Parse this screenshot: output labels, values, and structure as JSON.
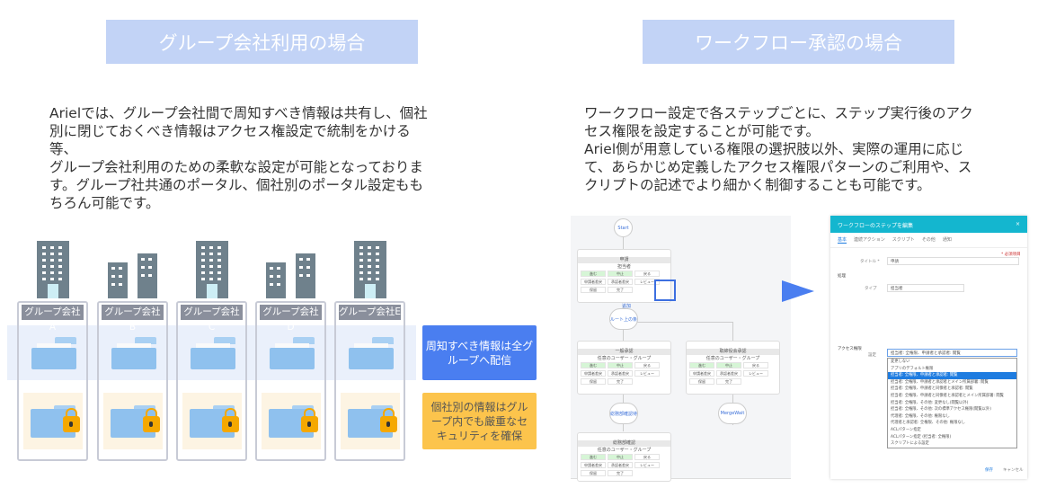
{
  "left": {
    "title": "グループ会社利用の場合",
    "paragraph": [
      "Arielでは、グループ会社間で周知すべき情報は共有し、個社",
      "別に閉じておくべき情報はアクセス権設定で統制をかける",
      "等、",
      "グループ会社利用のための柔軟な設定が可能となっておりま",
      "す。グループ社共通のポータル、個社別のポータル設定もも",
      "ちろん可能です。"
    ],
    "companies": [
      "グループ会社A",
      "グループ会社B",
      "グループ会社C",
      "グループ会社D",
      "グループ会社E"
    ],
    "shared_note": "周知すべき情報は全グループへ配信",
    "private_note": "個社別の情報はグループ内でも厳重なセキュリティを確保",
    "colors": {
      "shared": "#4a7ef0",
      "private": "#fcc44c"
    }
  },
  "right": {
    "title": "ワークフロー承認の場合",
    "paragraph": [
      "ワークフロー設定で各ステップごとに、ステップ実行後のアク",
      "セス権限を設定することが可能です。",
      "Ariel側が用意している権限の選択肢以外、実際の運用に応じ",
      "て、あらかじめ定義したアクセス権限パターンのご利用や、ス",
      "クリプトの記述でより細かく制御することも可能です。"
    ],
    "workflow": {
      "start": "Start",
      "route": "ルート上の条",
      "merge": "MergeWait",
      "cond": "総務部確認待",
      "add": "追加",
      "nodes": [
        {
          "title": "申請",
          "sub": "担当者"
        },
        {
          "title": "一般承認",
          "sub": "任意のユーザー・グループ"
        },
        {
          "title": "取締役会承認",
          "sub": "任意のユーザー・グループ"
        },
        {
          "title": "総務部確認",
          "sub": "任意のユーザー・グループ"
        }
      ],
      "buttons": [
        "進む",
        "中止",
        "戻る",
        "申請者差戻",
        "承認者差戻",
        "レビュー",
        "保留",
        "完了"
      ]
    },
    "dialog": {
      "title": "ワークフローのステップを編集",
      "close": "×",
      "tabs": [
        "基本",
        "連続アクション",
        "スクリプト",
        "その他",
        "通知"
      ],
      "required": "* 必須項目",
      "title_label": "タイトル *",
      "title_value": "申請",
      "section_basic": "処理",
      "type_label": "タイプ",
      "type_value": "担当者",
      "section_access": "アクセス権限",
      "access_label": "設定",
      "access_value": "担当者: 全権限、申請者と承認者: 閲覧",
      "options": [
        "変更しない",
        "アプリのデフォルト権限",
        "担当者: 全権限、申請者と承認者: 閲覧",
        "担当者: 全権限、申請者と承認者とメイン所属部署: 閲覧",
        "担当者: 全権限、申請者と同僚者と承認者: 閲覧",
        "担当者: 全権限、申請者と同僚者と承認者とメイン所属部署: 閲覧",
        "担当者: 全権限、その他: 変更なし(閲覧以外)",
        "担当者: 全権限、その他: 次の標準アクセス権限(閲覧以外)",
        "代理者: 全権限、その他: 権限なし",
        "代理者と承認者: 全権限、その他: 権限なし",
        "ACLパターン指定",
        "ACLパターン指定 (担当者: 全権限)",
        "スクリプトによる設定"
      ],
      "save": "保存",
      "cancel": "キャンセル"
    }
  }
}
